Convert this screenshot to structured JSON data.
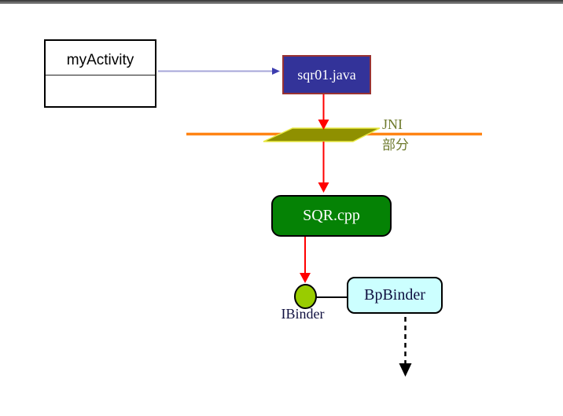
{
  "topbar": {
    "color_top": "#323232",
    "color_bottom": "#8e8e8e"
  },
  "diagram": {
    "my_activity": {
      "label": "myActivity"
    },
    "sqr01": {
      "label": "sqr01.java",
      "fill": "#333399",
      "border_color": "#993333"
    },
    "jni": {
      "line1": "JNI",
      "line2": "部分",
      "text_color": "#6f7b2e"
    },
    "boundary": {
      "line_color": "#ff8414",
      "parallelogram_fill": "#8f9000",
      "parallelogram_border": "#e9e943"
    },
    "sqr_cpp": {
      "label": "SQR.cpp",
      "fill": "#058205"
    },
    "ibinder": {
      "label": "IBinder",
      "circle_fill": "#99cc00"
    },
    "bpbinder": {
      "label": "BpBinder",
      "fill": "#ccffff"
    },
    "arrows": {
      "call_line_color": "#a6a6d9",
      "call_head_color": "#3d3daf",
      "flow_color": "#ff0000",
      "link_color": "#000000"
    }
  }
}
